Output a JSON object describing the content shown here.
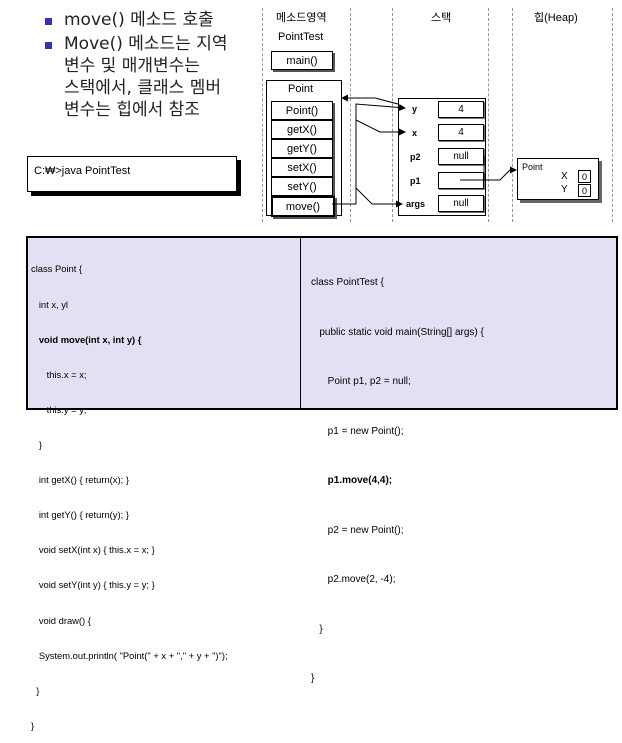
{
  "bullets": [
    {
      "lines": [
        "move() 메소드 호출"
      ]
    },
    {
      "lines": [
        "Move() 메소드는 지역",
        "변수 및 매개변수는",
        "스택에서, 클래스 멤버",
        "변수는 힙에서 참조"
      ]
    }
  ],
  "console": {
    "command": "C:₩>java PointTest"
  },
  "diagram": {
    "headers": {
      "method_area": "메소드영역",
      "stack": "스택",
      "heap": "힙(Heap)"
    },
    "pointtest": {
      "title": "PointTest",
      "method": "main()"
    },
    "point": {
      "title": "Point",
      "methods": [
        "Point()",
        "getX()",
        "getY()",
        "setX()",
        "setY()",
        "move()"
      ]
    },
    "stack": [
      {
        "label": "y",
        "value": "4"
      },
      {
        "label": "x",
        "value": "4"
      },
      {
        "label": "p2",
        "value": "null"
      },
      {
        "label": "p1",
        "value": ""
      },
      {
        "label": "args",
        "value": "null"
      }
    ],
    "heap_object": {
      "title": "Point",
      "fields": [
        {
          "name": "X",
          "value": "0"
        },
        {
          "name": "Y",
          "value": "0"
        }
      ]
    }
  },
  "code_left": [
    {
      "text": "class Point {",
      "bold": false
    },
    {
      "text": "   int x, yl",
      "bold": false
    },
    {
      "text": "   void move(int x, int y) {",
      "bold": true
    },
    {
      "text": "      this.x = x;",
      "bold": false
    },
    {
      "text": "      this.y = y;",
      "bold": false
    },
    {
      "text": "   }",
      "bold": false
    },
    {
      "text": "   int getX() { return(x); }",
      "bold": false
    },
    {
      "text": "   int getY() { return(y); }",
      "bold": false
    },
    {
      "text": "   void setX(int x) { this.x = x; }",
      "bold": false
    },
    {
      "text": "   void setY(int y) { this.y = y; }",
      "bold": false
    },
    {
      "text": "   void draw() {",
      "bold": false
    },
    {
      "text": "   System.out.println( \"Point(\" + x + \",\" + y + \")\");",
      "bold": false
    },
    {
      "text": "  }",
      "bold": false
    },
    {
      "text": "}",
      "bold": false
    }
  ],
  "code_right": [
    {
      "text": "class PointTest {",
      "bold": false
    },
    {
      "text": "   public static void main(String[] args) {",
      "bold": false
    },
    {
      "text": "      Point p1, p2 = null;",
      "bold": false
    },
    {
      "text": "      p1 = new Point();",
      "bold": false
    },
    {
      "text": "      p1.move(4,4);",
      "bold": true
    },
    {
      "text": "      p2 = new Point();",
      "bold": false
    },
    {
      "text": "      p2.move(2, -4);",
      "bold": false
    },
    {
      "text": "   }",
      "bold": false
    },
    {
      "text": "}",
      "bold": false
    }
  ]
}
